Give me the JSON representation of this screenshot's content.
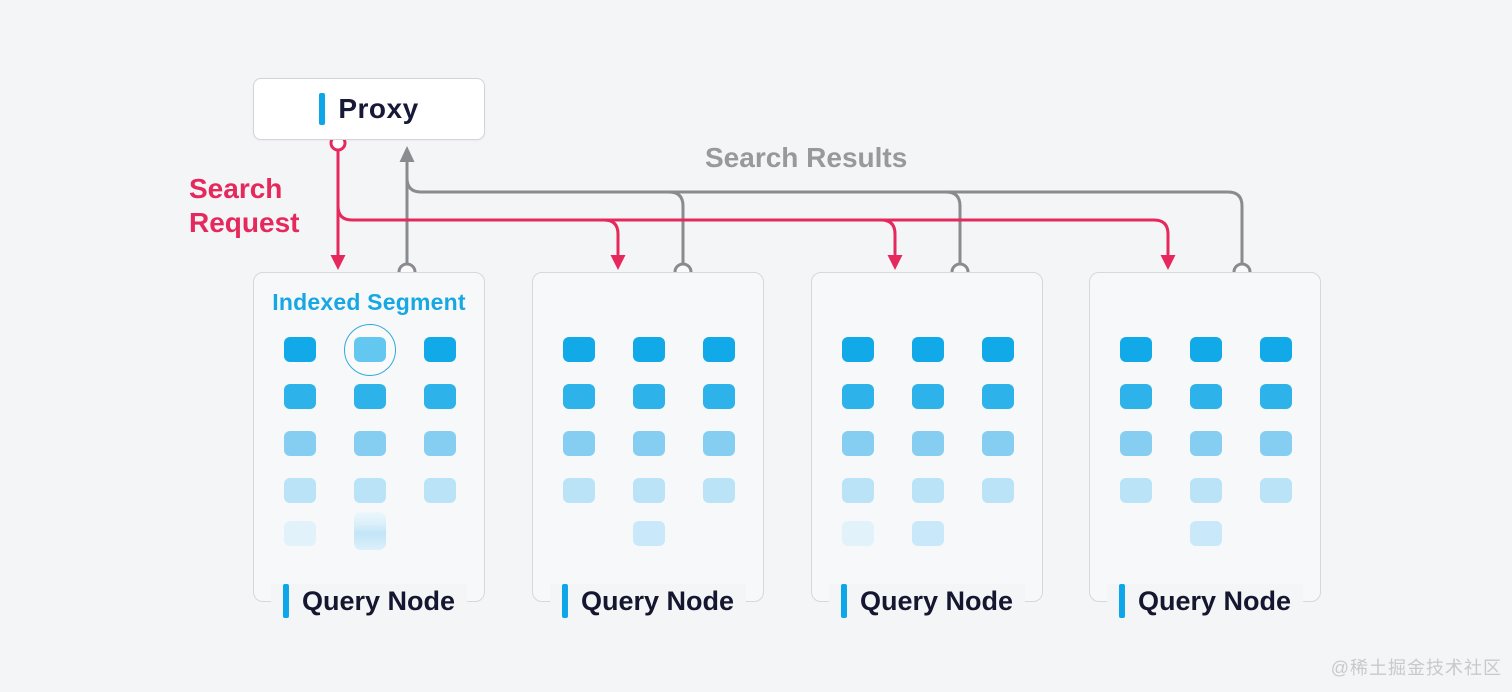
{
  "page": {
    "background": "#f4f5f6",
    "watermark": "@稀土掘金技术社区"
  },
  "proxy": {
    "label": "Proxy",
    "text_color": "#161a36"
  },
  "accent_color": "#0da7e9",
  "flows": {
    "request": {
      "label": "Search Request",
      "color": "#e6295c"
    },
    "results": {
      "label": "Search Results",
      "color": "#8a8a90",
      "text_color": "#98989d"
    }
  },
  "node_text_color": "#14172f",
  "segment_title_color": "#17a8e3",
  "segment_colors": {
    "l1": "#12a9e8",
    "l2": "#2db2ea",
    "l3": "#86cef1",
    "l4": "#bae3f8",
    "l5": "#c9e8f9",
    "l6": "#e2f2fb"
  },
  "nodes": [
    {
      "label": "Query Node",
      "segment_label": "Indexed Segment",
      "highlight_cell": [
        0,
        1
      ],
      "grid": [
        [
          "l1",
          "l1",
          "l1"
        ],
        [
          "l2",
          "l2",
          "l2"
        ],
        [
          "l3",
          "l3",
          "l3"
        ],
        [
          "l4",
          "l4",
          "l4"
        ],
        [
          "l6",
          "g",
          null
        ]
      ]
    },
    {
      "label": "Query Node",
      "grid": [
        [
          "l1",
          "l1",
          "l1"
        ],
        [
          "l2",
          "l2",
          "l2"
        ],
        [
          "l3",
          "l3",
          "l3"
        ],
        [
          "l4",
          "l4",
          "l4"
        ],
        [
          null,
          "l5",
          null
        ]
      ]
    },
    {
      "label": "Query Node",
      "grid": [
        [
          "l1",
          "l1",
          "l1"
        ],
        [
          "l2",
          "l2",
          "l2"
        ],
        [
          "l3",
          "l3",
          "l3"
        ],
        [
          "l4",
          "l4",
          "l4"
        ],
        [
          "l6",
          "l5",
          null
        ]
      ]
    },
    {
      "label": "Query Node",
      "grid": [
        [
          "l1",
          "l1",
          "l1"
        ],
        [
          "l2",
          "l2",
          "l2"
        ],
        [
          "l3",
          "l3",
          "l3"
        ],
        [
          "l4",
          "l4",
          "l4"
        ],
        [
          null,
          "l5",
          null
        ]
      ]
    }
  ]
}
